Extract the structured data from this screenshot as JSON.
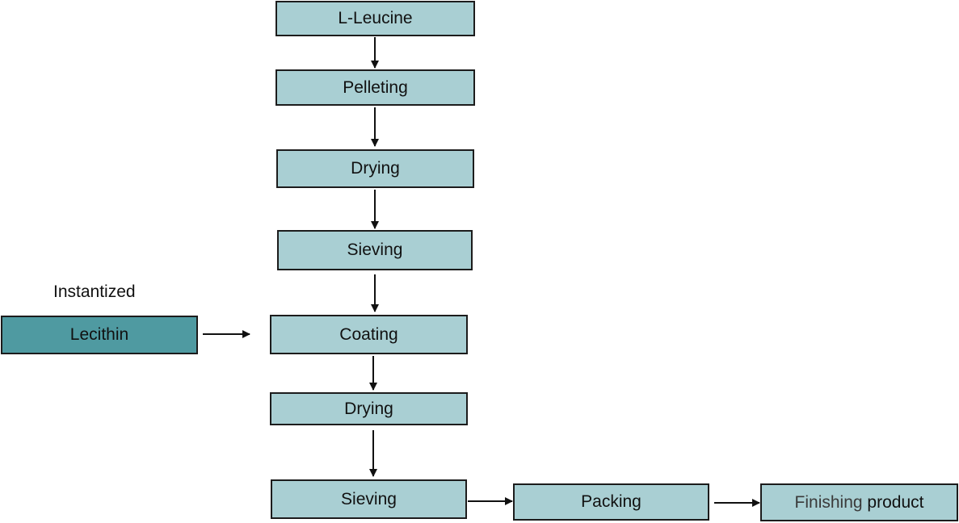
{
  "nodes": {
    "leucine": "L-Leucine",
    "pelleting": "Pelleting",
    "drying1": "Drying",
    "sieving1": "Sieving",
    "instantized": "Instantized",
    "lecithin": "Lecithin",
    "coating": "Coating",
    "drying2": "Drying",
    "sieving2": "Sieving",
    "packing": "Packing",
    "finishing_a": "Finishing",
    "finishing_b": " product"
  },
  "colors": {
    "box_fill": "#a9cfd3",
    "lecithin_fill": "#4f9aa1",
    "border": "#1c1c1c"
  }
}
